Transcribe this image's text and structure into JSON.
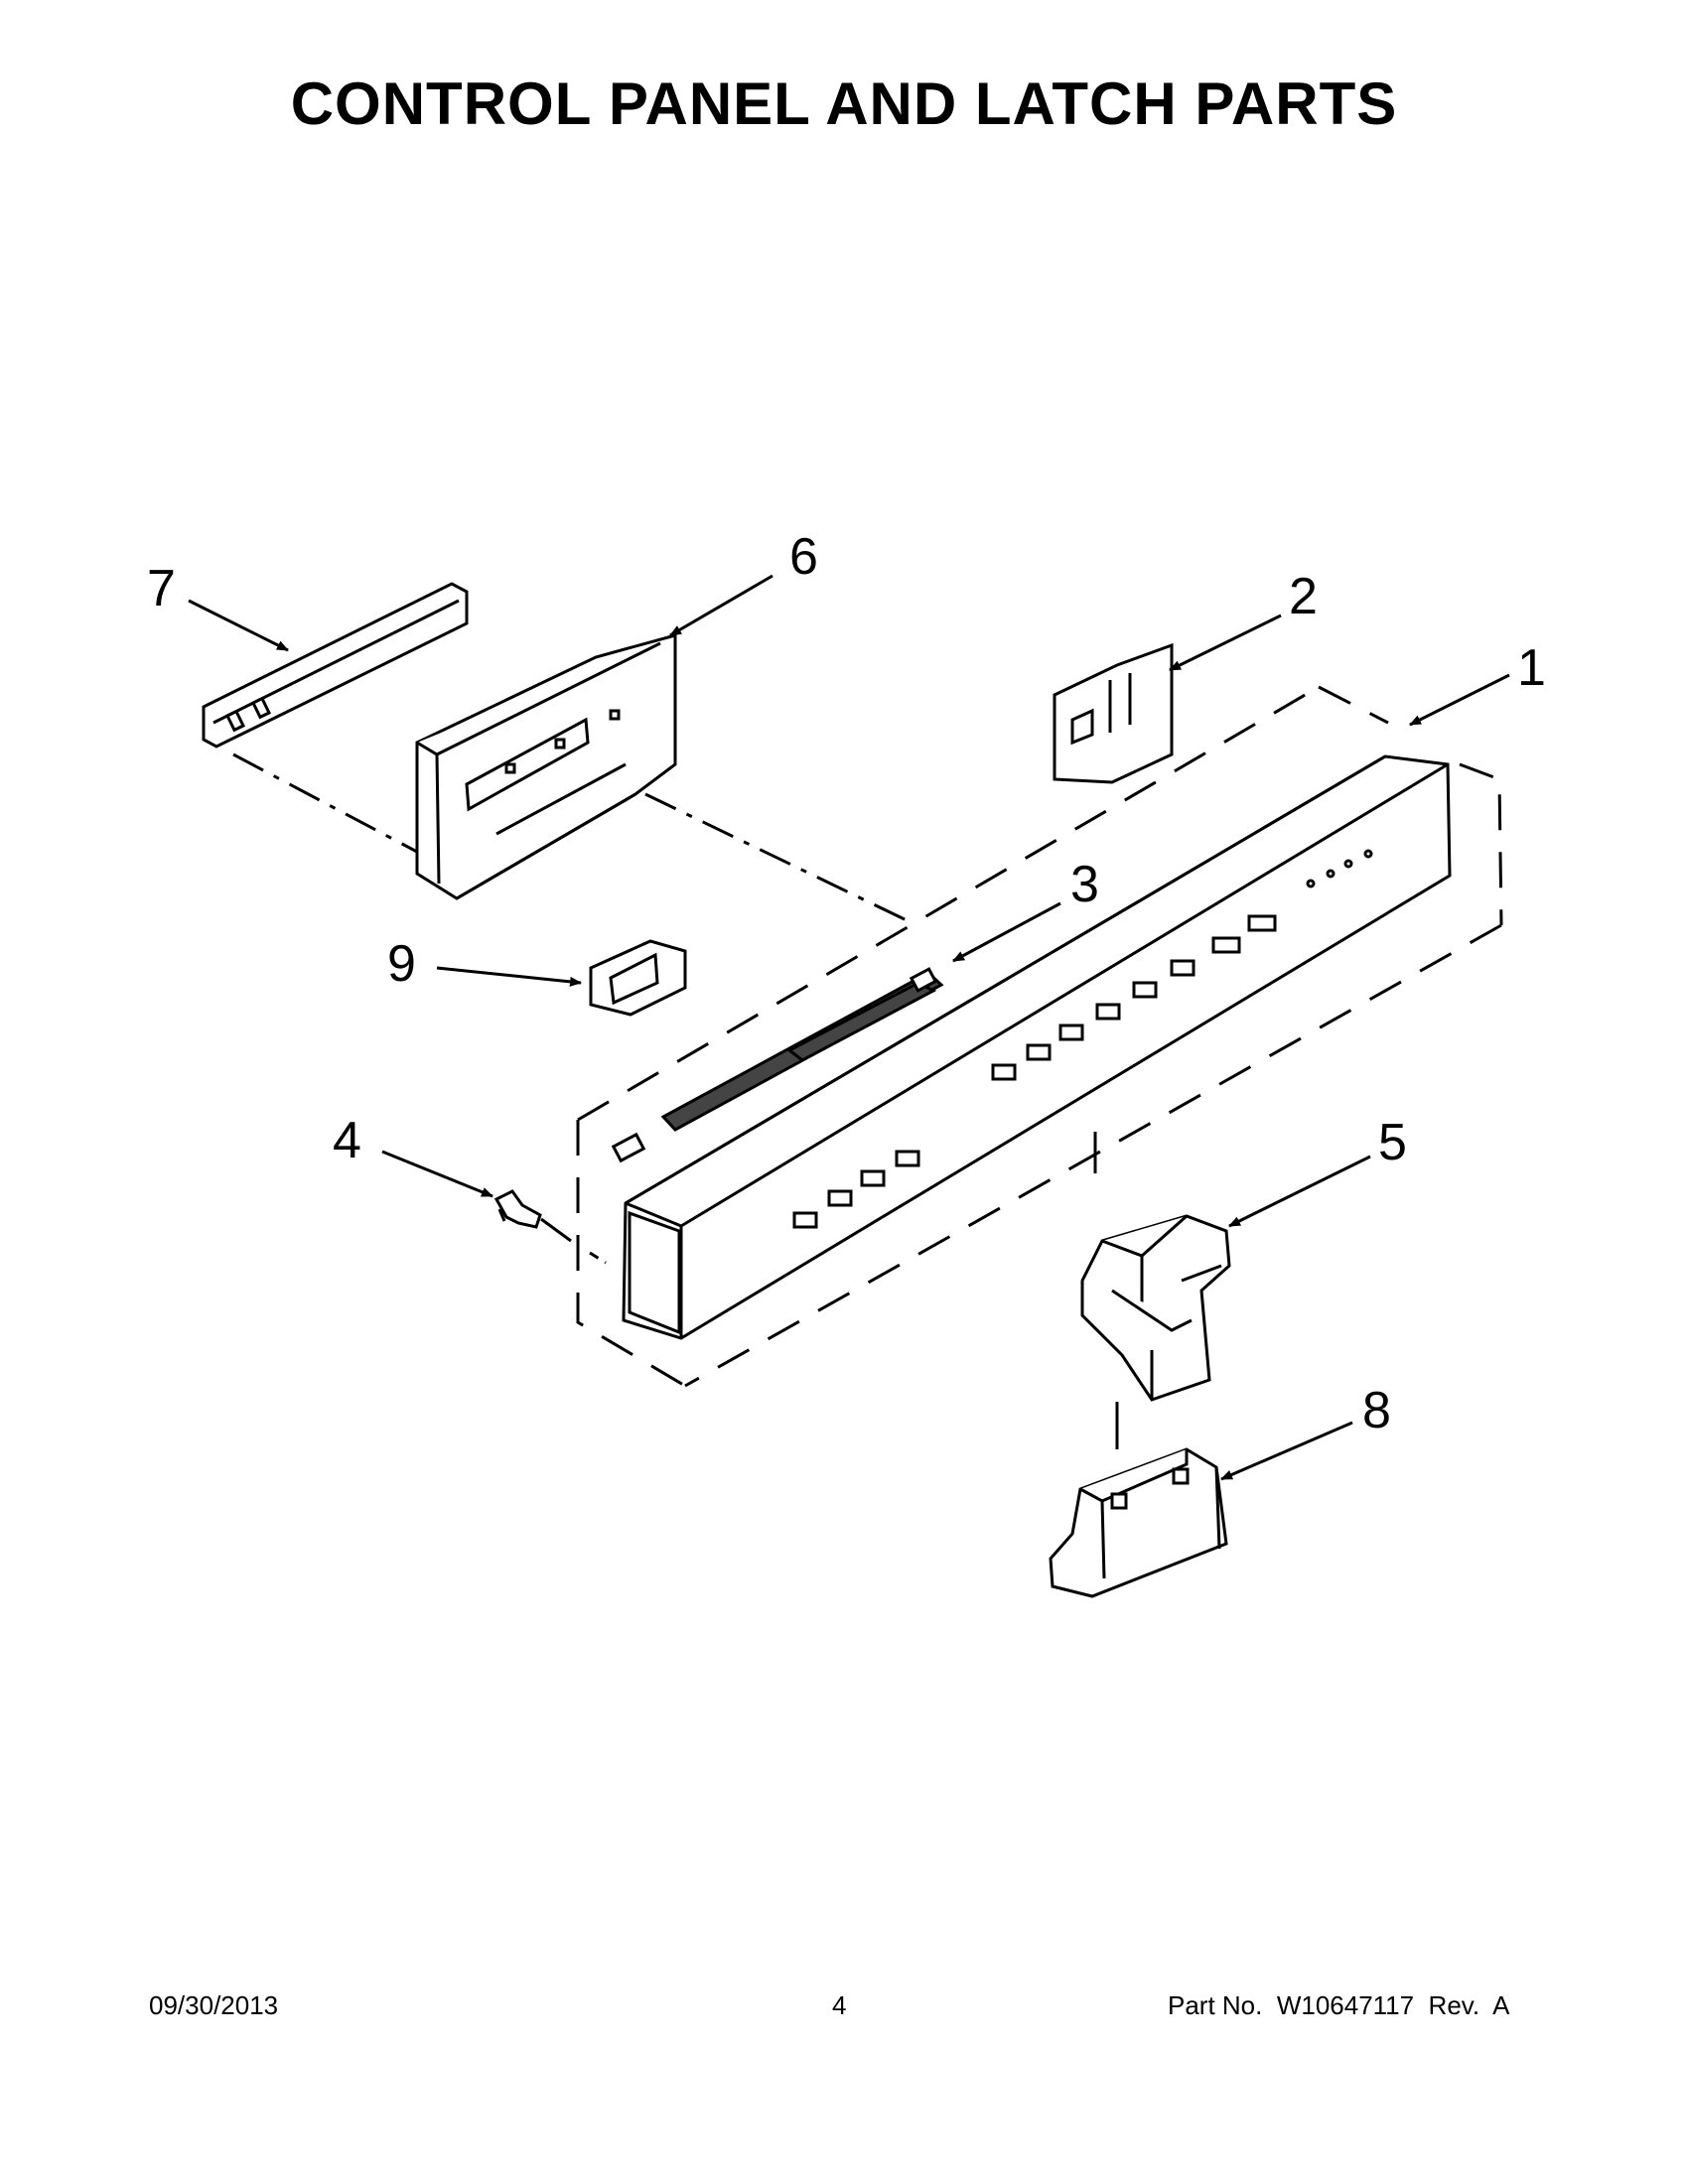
{
  "title": "CONTROL PANEL AND LATCH PARTS",
  "callouts": [
    {
      "id": "1",
      "label": "1"
    },
    {
      "id": "2",
      "label": "2"
    },
    {
      "id": "3",
      "label": "3"
    },
    {
      "id": "4",
      "label": "4"
    },
    {
      "id": "5",
      "label": "5"
    },
    {
      "id": "6",
      "label": "6"
    },
    {
      "id": "7",
      "label": "7"
    },
    {
      "id": "8",
      "label": "8"
    },
    {
      "id": "9",
      "label": "9"
    }
  ],
  "footer": {
    "date": "09/30/2013",
    "page": "4",
    "part_no": "Part No.  W10647117  Rev.  A"
  },
  "colors": {
    "ink": "#000000",
    "background": "#ffffff"
  }
}
